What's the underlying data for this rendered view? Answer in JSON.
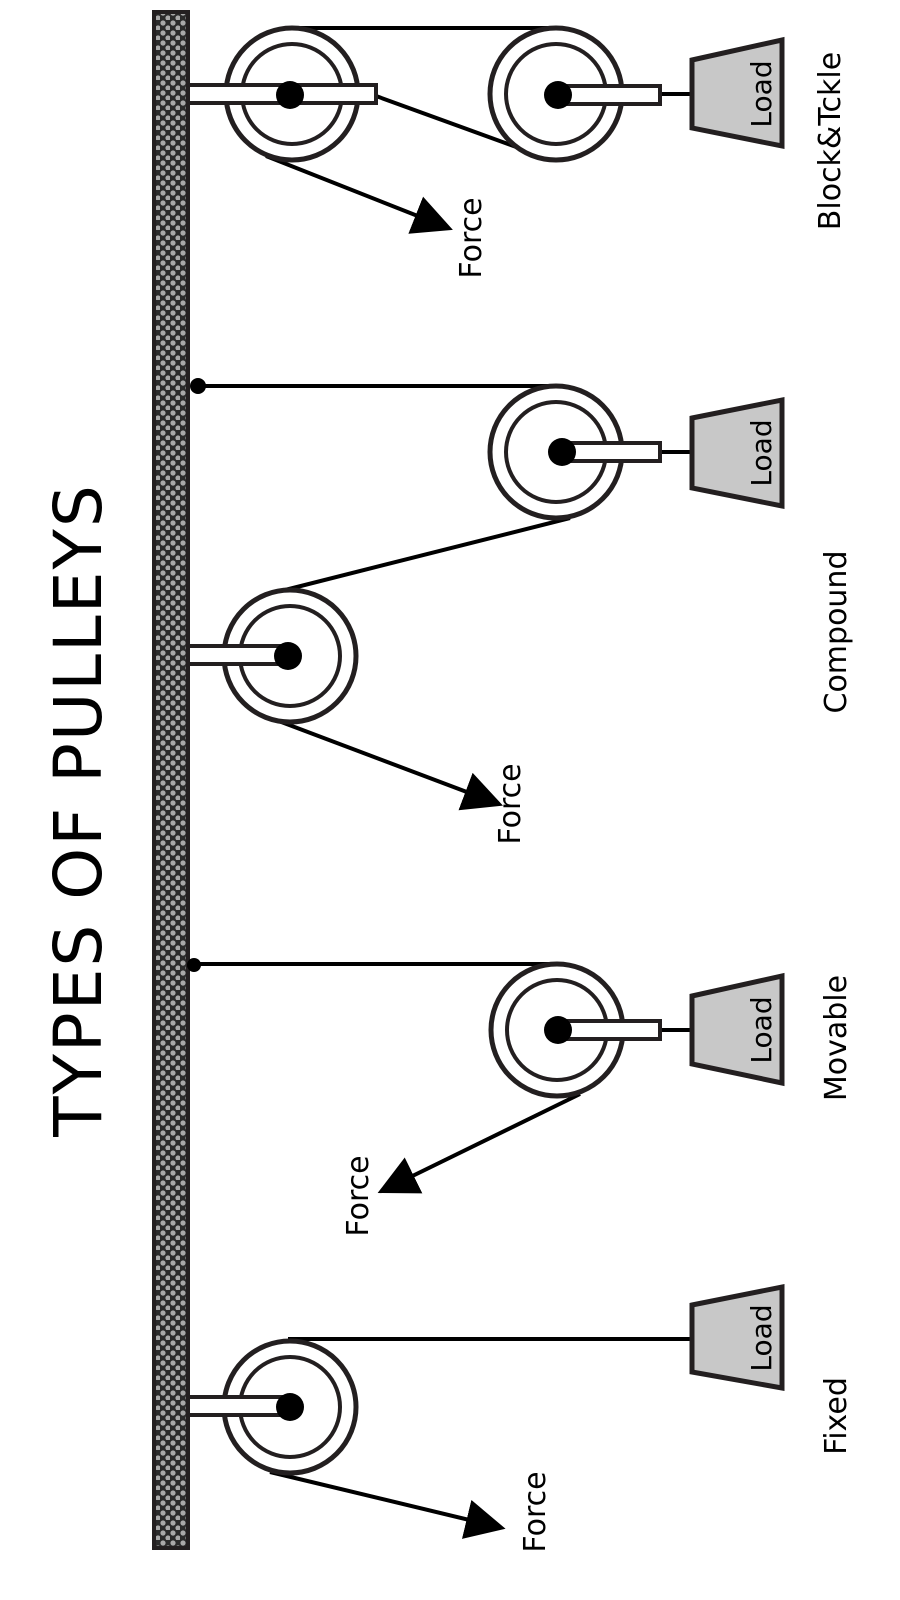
{
  "title": "TYPES OF PULLEYS",
  "labels": {
    "fixed": "Fixed",
    "movable": "Movable",
    "compound": "Compound",
    "block_tackle": "Block&Tckle"
  },
  "force_label": "Force",
  "load_label": "Load",
  "colors": {
    "outline": "#231f20",
    "load_fill": "#c8c8c8",
    "beam_dot": "#888888"
  }
}
